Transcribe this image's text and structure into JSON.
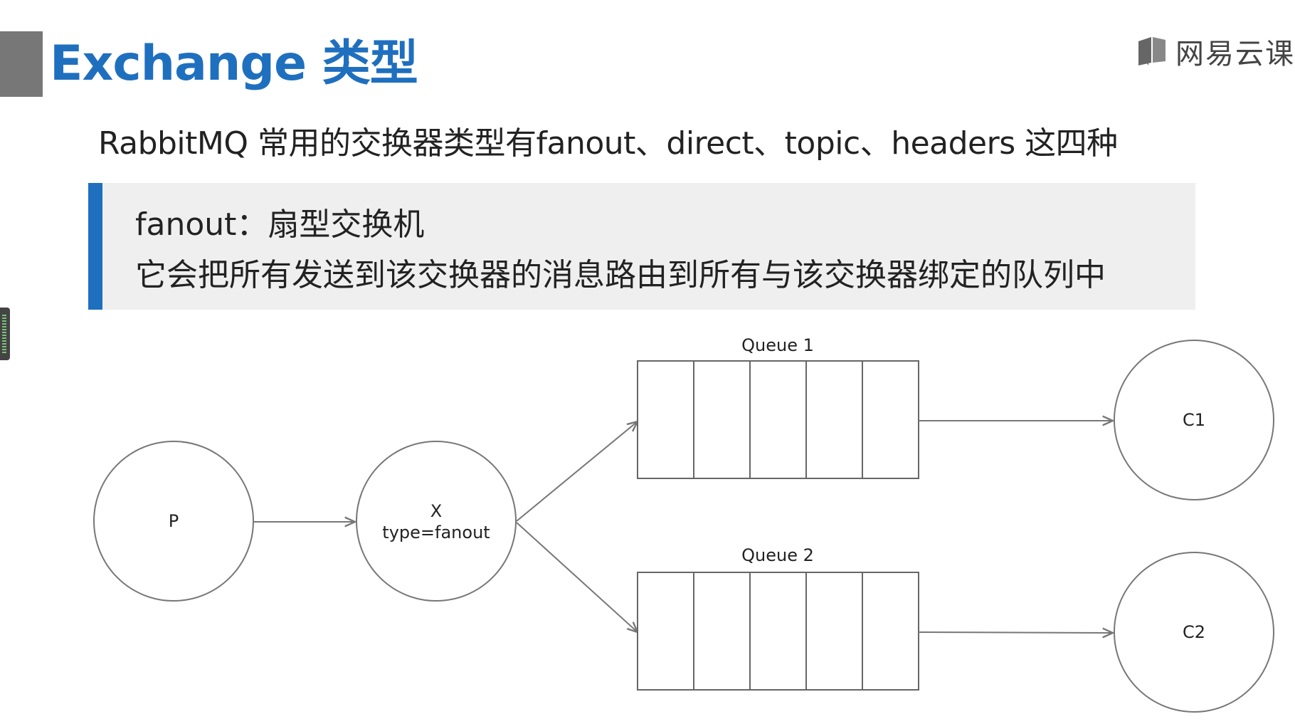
{
  "header": {
    "title": "Exchange 类型",
    "brand_icon": "book-icon",
    "brand": "网易云课"
  },
  "subtitle": "RabbitMQ 常用的交换器类型有fanout、direct、topic、headers 这四种",
  "callout": {
    "accent_color": "#1f6fbf",
    "line1": "fanout：扇型交换机",
    "line2": "它会把所有发送到该交换器的消息路由到所有与该交换器绑定的队列中"
  },
  "diagram": {
    "producer": "P",
    "exchange": {
      "name": "X",
      "type": "type=fanout"
    },
    "queues": [
      {
        "label": "Queue 1"
      },
      {
        "label": "Queue 2"
      }
    ],
    "consumers": [
      "C1",
      "C2"
    ]
  }
}
